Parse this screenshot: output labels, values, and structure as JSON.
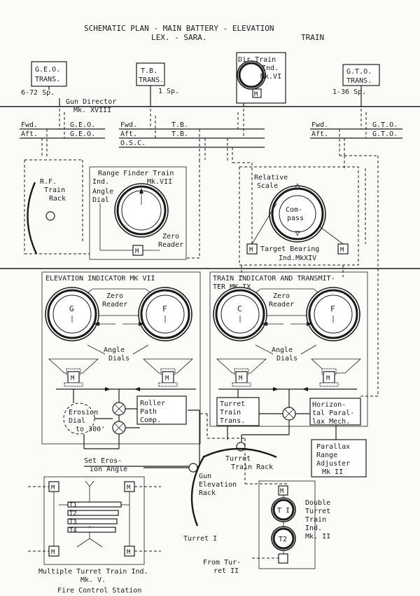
{
  "title": {
    "line1": "SCHEMATIC PLAN - MAIN BATTERY -  ELEVATION",
    "line2_left": "LEX. - SARA.",
    "line2_right": "TRAIN"
  },
  "transmitters": {
    "geo": {
      "line1": "G.E.O.",
      "line2": "TRANS.",
      "range": "6-72 Sp."
    },
    "tb": {
      "line1": "T.B.",
      "line2": "TRANS.",
      "range": "1 Sp."
    },
    "dir_train": {
      "line1": "Dir.Train",
      "line2": "Ind.",
      "line3": "Mk.VI"
    },
    "gto": {
      "line1": "G.T.O.",
      "line2": "TRANS.",
      "range": "1-36 Sp."
    }
  },
  "gun_director": {
    "line1": "Gun Director",
    "line2": "Mk. XVIII"
  },
  "buses": {
    "fwd": "Fwd.",
    "aft": "Aft.",
    "geo": "G.E.O.",
    "tb": "T.B.",
    "osc": "O.S.C.",
    "gto": "G.T.O."
  },
  "rf_train_rack": {
    "line1": "R.F.",
    "line2": "Train",
    "line3": "Rack"
  },
  "range_finder": {
    "line1": "Range Finder Train",
    "line2": "Ind.",
    "mk": "Mk.VII",
    "angle_dial_1": "Angle",
    "angle_dial_2": "Dial",
    "zero_reader_1": "Zero",
    "zero_reader_2": "Reader"
  },
  "target_bearing": {
    "relative_1": "Relative",
    "relative_2": "Scale",
    "compass_1": "Com-",
    "compass_2": "pass",
    "label_1": "Target Bearing",
    "label_2": "Ind.MkXIV"
  },
  "elevation_indicator": {
    "title": "ELEVATION INDICATOR  MK VII",
    "zero_1": "Zero",
    "zero_2": "Reader",
    "dial_g": "G",
    "dial_f": "F",
    "angle_1": "Angle",
    "angle_2": "Dials"
  },
  "train_indicator": {
    "title_1": "TRAIN INDICATOR AND TRANSMIT-",
    "title_2": "TER MK IX",
    "zero_1": "Zero",
    "zero_2": "Reader",
    "dial_c": "C",
    "dial_f": "F",
    "angle_1": "Angle",
    "angle_2": "Dials"
  },
  "motor_label": "M",
  "erosion": {
    "line1": "Erosion",
    "line2": "Dial",
    "line3": "to 300'"
  },
  "roller_path": {
    "line1": "Roller",
    "line2": "Path",
    "line3": "Comp."
  },
  "turret_train_trans": {
    "line1": "Turret",
    "line2": "Train",
    "line3": "Trans."
  },
  "horizontal_parallax": {
    "line1": "Horizon-",
    "line2": "tal Paral-",
    "line3": "lax Mech."
  },
  "parallax_adjuster": {
    "line1": "Parallax",
    "line2": "Range",
    "line3": "Adjuster",
    "line4": "Mk II"
  },
  "set_erosion": {
    "line1": "Set Eros-",
    "line2": "ion Angle"
  },
  "turret_train_rack": {
    "line1": "Turret",
    "line2": "Train Rack"
  },
  "gun_elevation_rack": {
    "line1": "Gun",
    "line2": "Elevation",
    "line3": "Rack"
  },
  "multiple_turret": {
    "t1": "T1",
    "t2": "T2",
    "t3": "T3",
    "t4": "T4",
    "label_1": "Multiple Turret Train Ind.",
    "label_2": "Mk. V."
  },
  "double_turret": {
    "t1": "T I",
    "t2": "T2",
    "line1": "Double",
    "line2": "Turret",
    "line3": "Train",
    "line4": "Ind.",
    "line5": "Mk. II"
  },
  "turret_1": "Turret I",
  "from_turret_2": {
    "line1": "From Tur-",
    "line2": "ret II"
  },
  "fire_control_station": "Fire Control Station"
}
